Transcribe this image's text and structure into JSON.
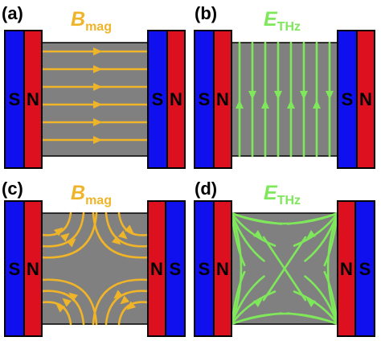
{
  "colors": {
    "blue": "#1010ee",
    "red": "#dd1020",
    "gap": "#808080",
    "magnetic_field": "#f0b428",
    "thz_field": "#7fe85a"
  },
  "panels": {
    "a": {
      "label": "(a)",
      "field_symbol": "B",
      "field_subscript": "mag",
      "left_magnet": [
        "S",
        "N"
      ],
      "right_magnet": [
        "S",
        "N"
      ]
    },
    "b": {
      "label": "(b)",
      "field_symbol": "E",
      "field_subscript": "THz",
      "left_magnet": [
        "S",
        "N"
      ],
      "right_magnet": [
        "S",
        "N"
      ]
    },
    "c": {
      "label": "(c)",
      "field_symbol": "B",
      "field_subscript": "mag",
      "left_magnet": [
        "S",
        "N"
      ],
      "right_magnet": [
        "N",
        "S"
      ]
    },
    "d": {
      "label": "(d)",
      "field_symbol": "E",
      "field_subscript": "THz",
      "left_magnet": [
        "S",
        "N"
      ],
      "right_magnet": [
        "N",
        "S"
      ]
    }
  }
}
